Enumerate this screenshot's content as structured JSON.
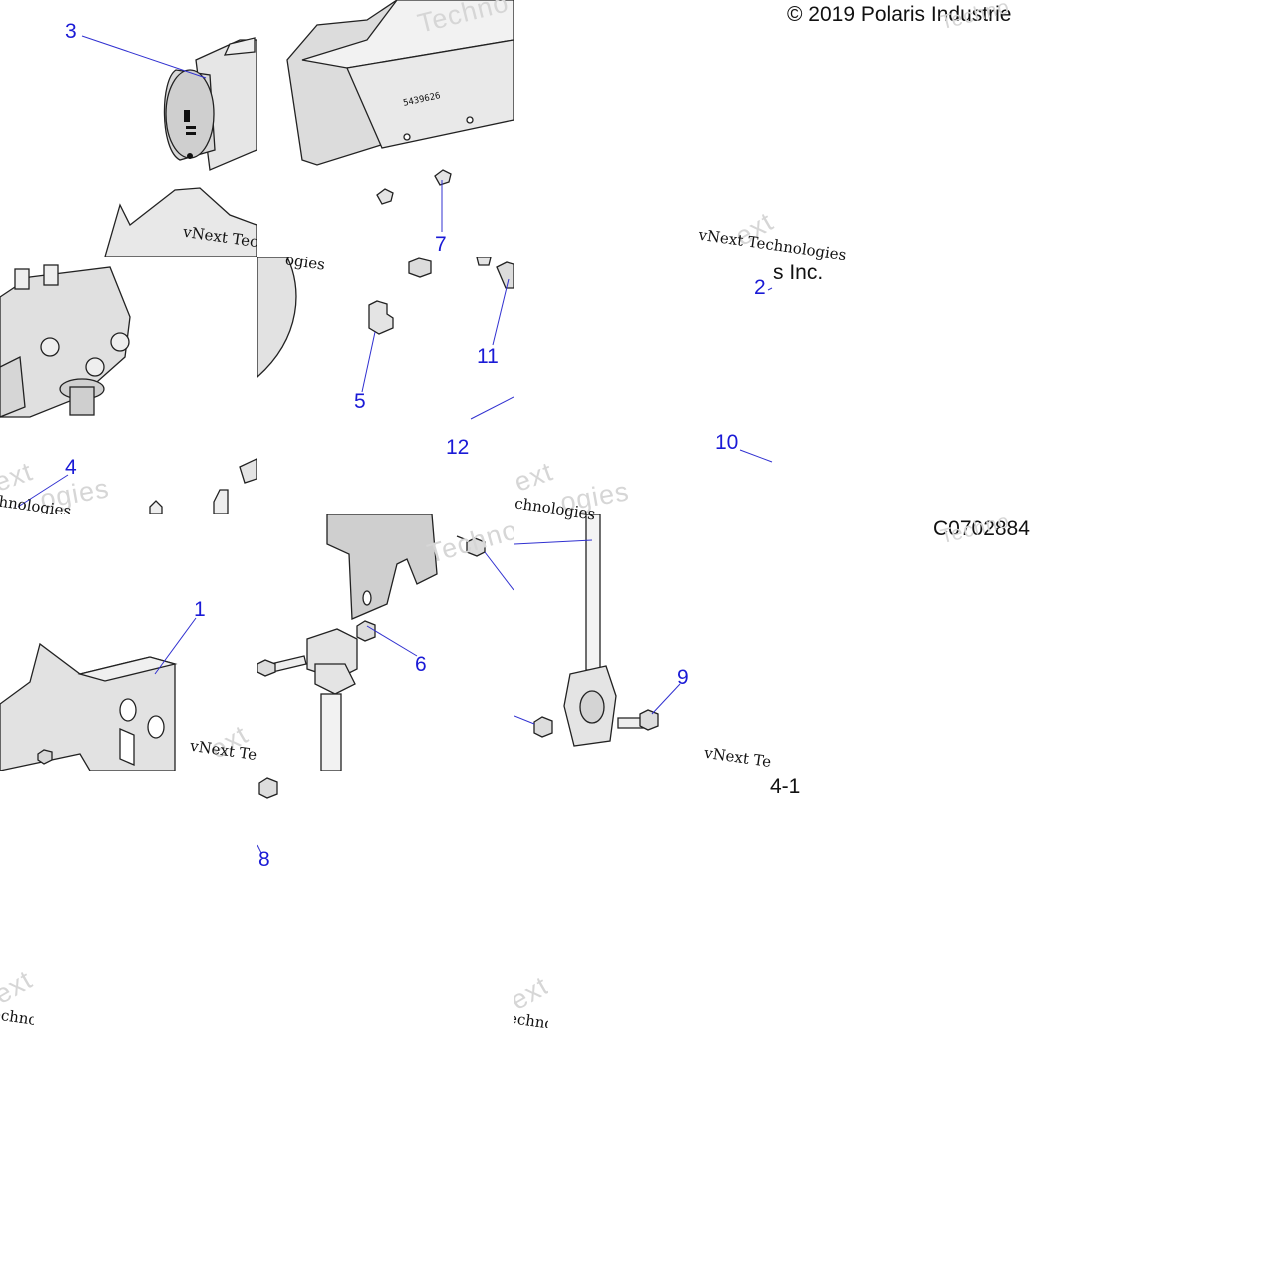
{
  "copyright": "© 2019 Polaris Industrie",
  "company_fragment": "s Inc.",
  "diagram_code": "C0702884",
  "page_number": "4-1",
  "part_label": "5439626",
  "watermark": {
    "brand_a": "vNext Technologies",
    "brand_b": "vNext Tec",
    "ghost_a": "Techno",
    "ghost_b": "ext",
    "ghost_c": "hnologies",
    "ghost_d": "Technologies",
    "frag_a": "ogies",
    "frag_b": "chnologies",
    "frag_c": "echno"
  },
  "callouts": {
    "c1": "1",
    "c2": "2",
    "c3": "3",
    "c4": "4",
    "c5": "5",
    "c6": "6",
    "c7": "7",
    "c8": "8",
    "c9": "9",
    "c10": "10",
    "c11": "11",
    "c12": "12"
  },
  "colors": {
    "callout": "#1a1ad6",
    "leader": "#3030d0",
    "part_fill": "#e4e4e4",
    "part_stroke": "#222222"
  }
}
